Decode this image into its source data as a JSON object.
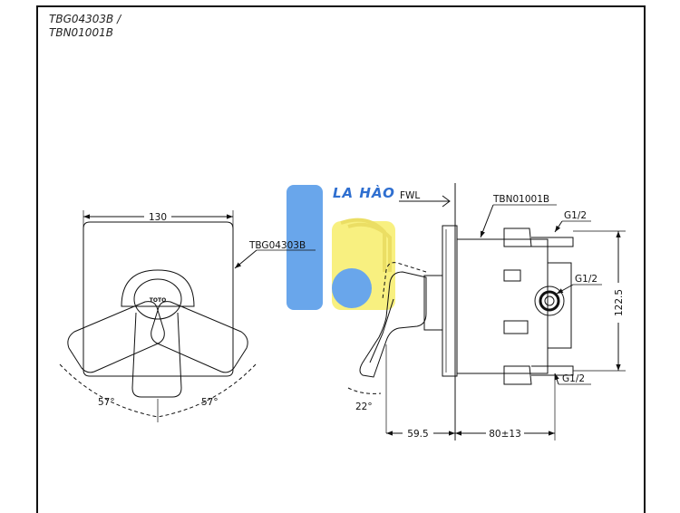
{
  "header": {
    "model_line1": "TBG04303B /",
    "model_line2": "TBN01001B"
  },
  "watermark": {
    "brand_text": "LA HÀO"
  },
  "front_view": {
    "width_dim": "130",
    "part_label": "TBG04303B",
    "logo_text": "TOTO",
    "angle_left": "57°",
    "angle_right": "57°"
  },
  "side_view": {
    "fwl_label": "FWL",
    "valve_label": "TBN01001B",
    "thread_top": "G1/2",
    "thread_mid": "G1/2",
    "thread_bottom": "G1/2",
    "height_dim": "122.5",
    "angle": "22°",
    "depth_dim": "59.5",
    "body_dim": "80±13"
  },
  "colors": {
    "line": "#111111",
    "watermark_blue": "#4f97e8",
    "watermark_yellow": "#f7ee6a"
  },
  "icons": [
    "watermark-logo-icon"
  ]
}
